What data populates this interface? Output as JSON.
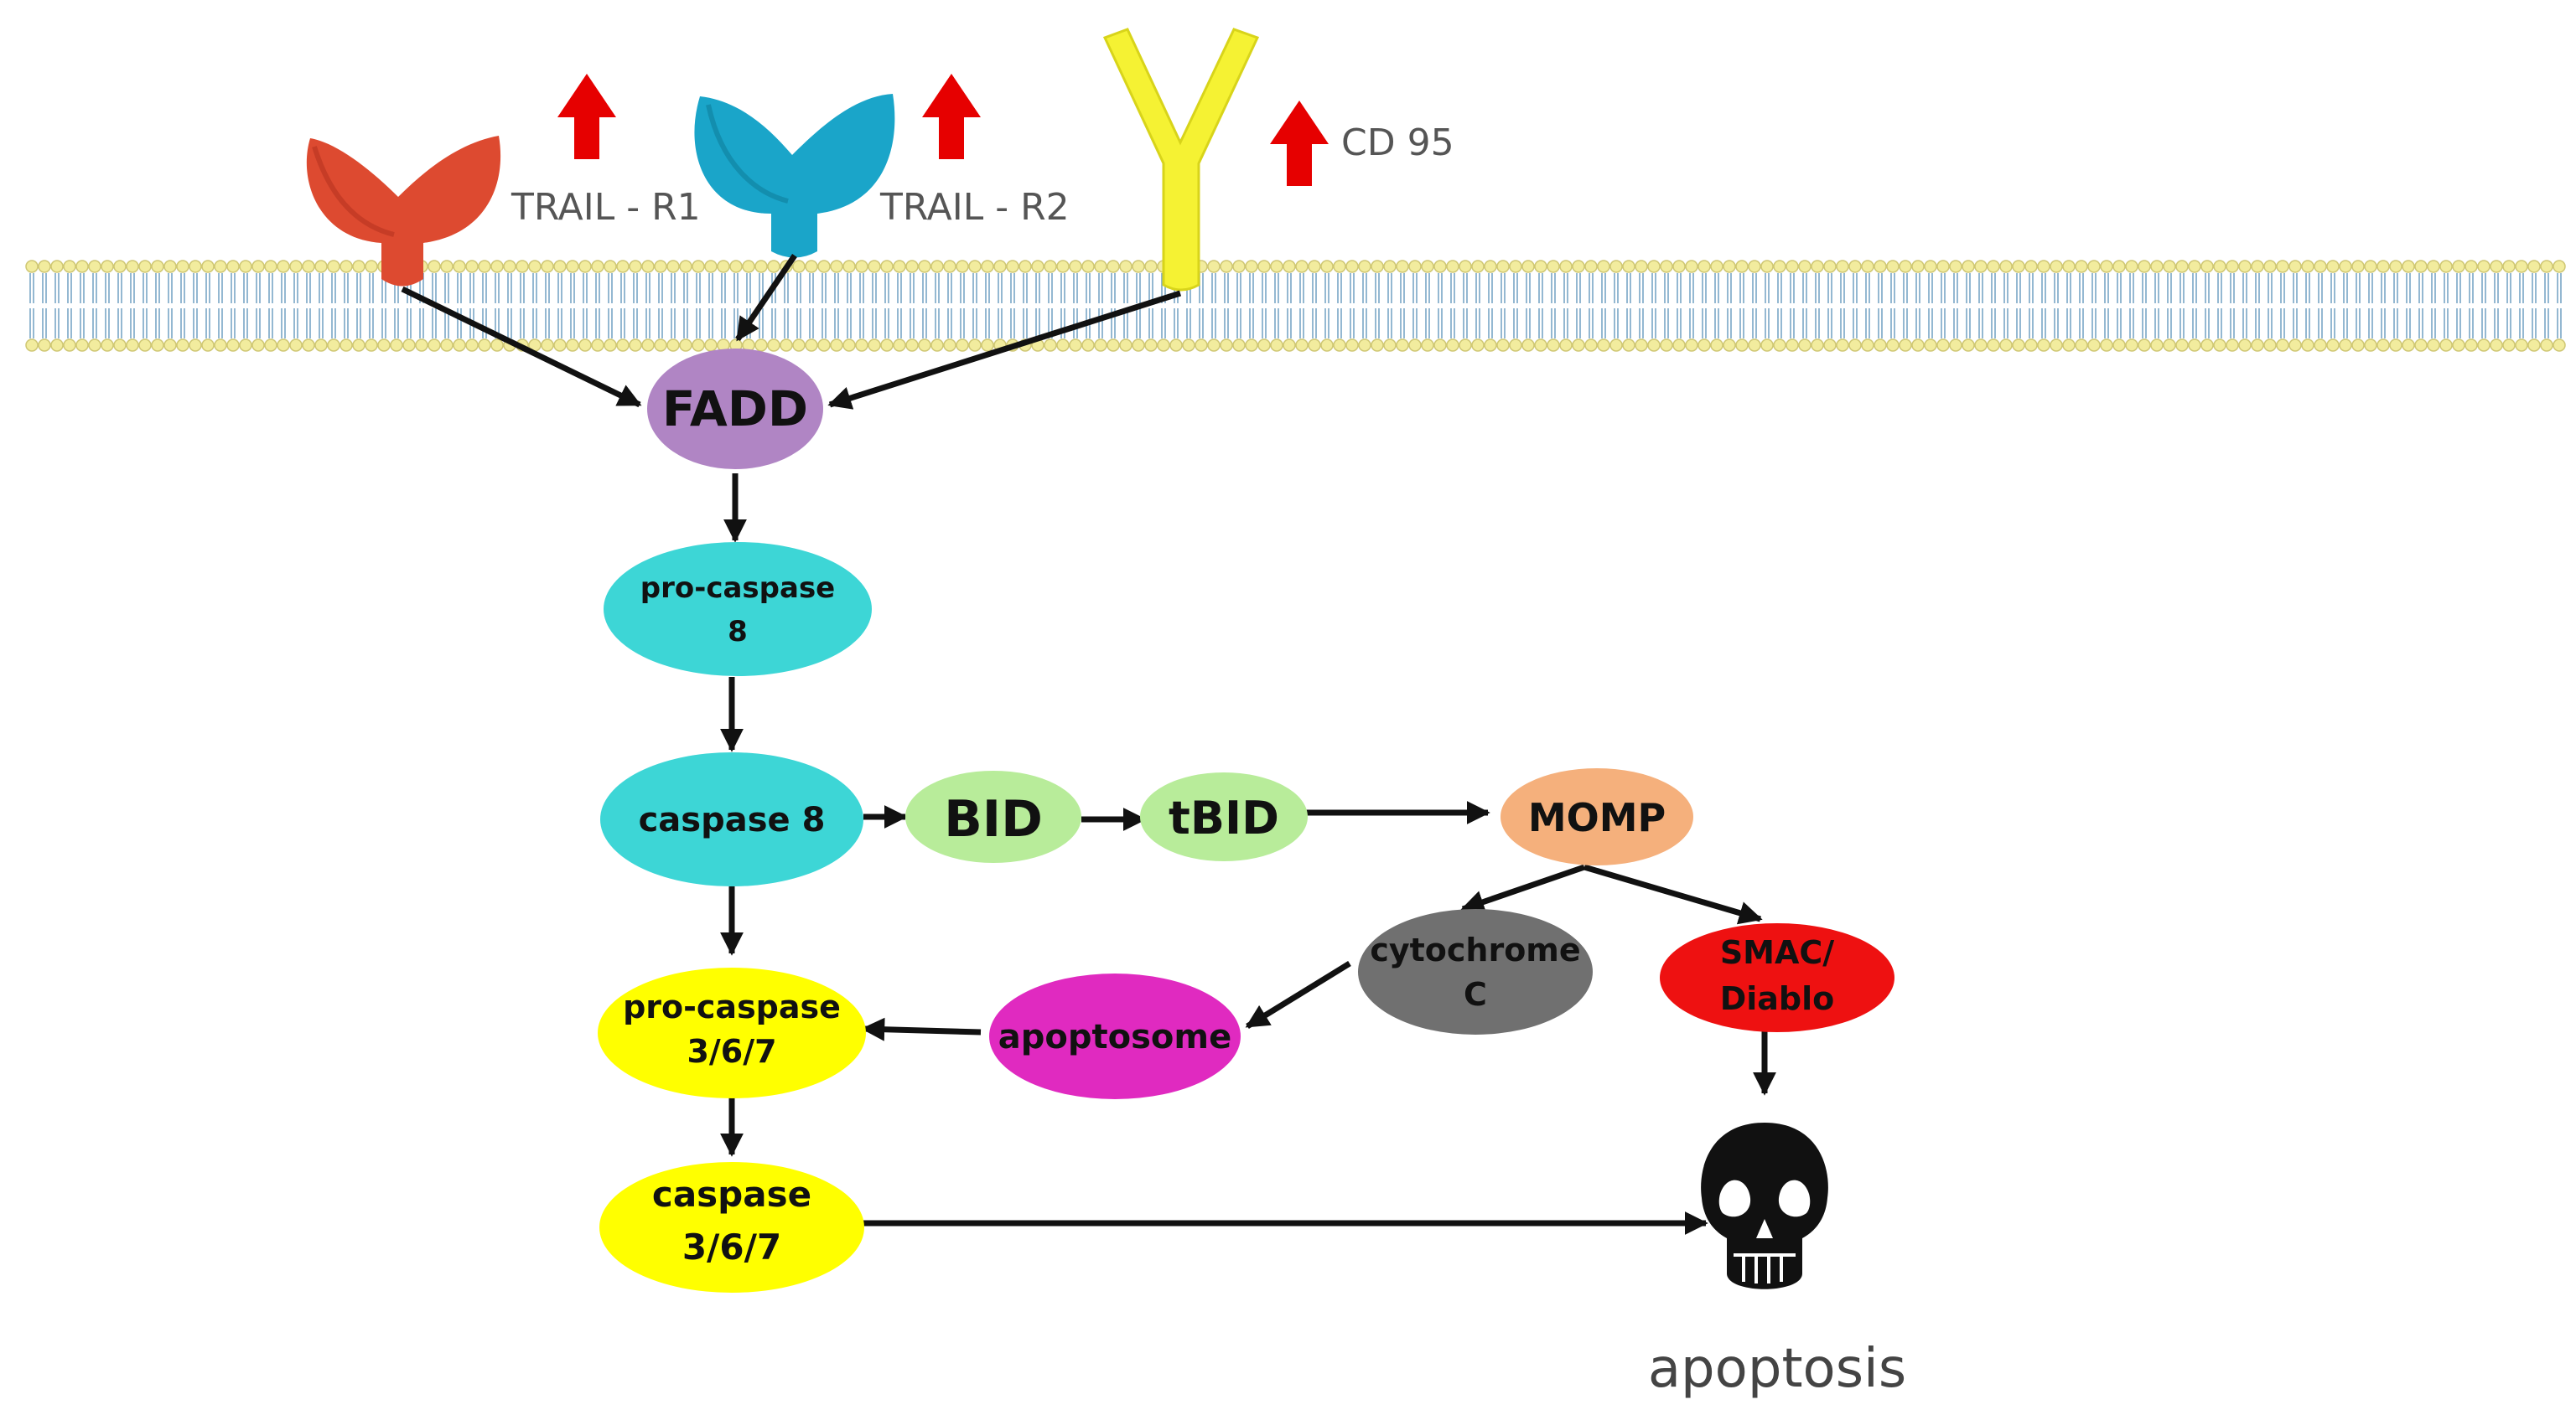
{
  "receptors": [
    {
      "id": "trail-r1",
      "label": "TRAIL - R1",
      "color": "#dd4a30",
      "upregulated": true
    },
    {
      "id": "trail-r2",
      "label": "TRAIL - R2",
      "color": "#1aa5c9",
      "upregulated": true
    },
    {
      "id": "cd95",
      "label": "CD 95",
      "color": "#f5f233",
      "upregulated": true
    }
  ],
  "nodes": {
    "fadd": {
      "label": "FADD",
      "color": "#b085c4"
    },
    "pro_caspase_8": {
      "line1": "pro-caspase",
      "line2": "8",
      "color": "#3dd6d6"
    },
    "caspase_8": {
      "label": "caspase 8",
      "color": "#3dd6d6"
    },
    "bid": {
      "label": "BID",
      "color": "#b8ec9a"
    },
    "tbid": {
      "label": "tBID",
      "color": "#b8ec9a"
    },
    "momp": {
      "label": "MOMP",
      "color": "#f5b07c"
    },
    "cytochrome_c": {
      "line1": "cytochrome",
      "line2": "C",
      "color": "#707070"
    },
    "smac_diablo": {
      "line1": "SMAC/",
      "line2": "Diablo",
      "color": "#ee1111"
    },
    "apoptosome": {
      "label": "apoptosome",
      "color": "#e02ac0"
    },
    "pro_caspase_367": {
      "line1": "pro-caspase",
      "line2": "3/6/7",
      "color": "#ffff00"
    },
    "caspase_367": {
      "line1": "caspase",
      "line2": "3/6/7",
      "color": "#ffff00"
    }
  },
  "outcome": {
    "label": "apoptosis",
    "icon": "skull-icon"
  },
  "colors": {
    "membrane_head": "#f2ec9e",
    "membrane_tail": "#7aa6c6",
    "arrow": "#111111",
    "upregulation_arrow": "#e60000"
  }
}
